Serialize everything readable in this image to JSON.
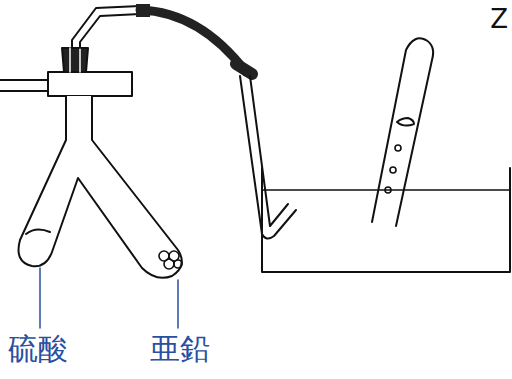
{
  "diagram": {
    "labels": [
      "Z",
      "硫酸",
      "亜鉛"
    ]
  }
}
